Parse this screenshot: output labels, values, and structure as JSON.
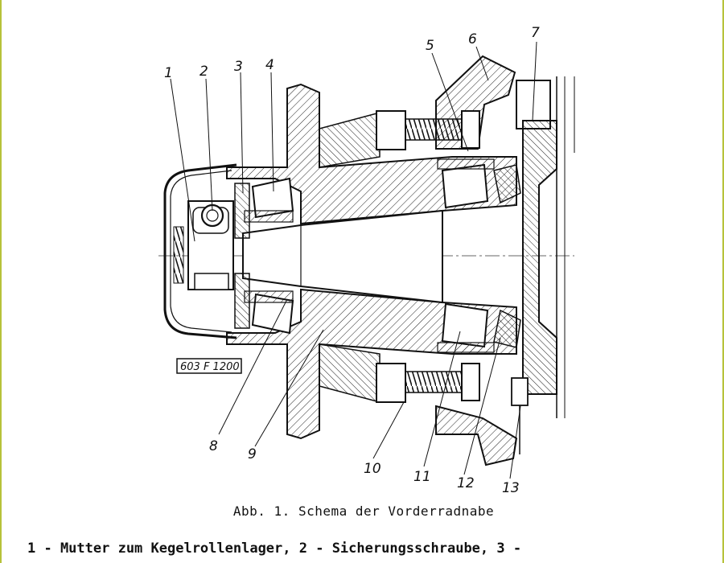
{
  "figure": {
    "drawing_number": "603 F 1200",
    "part_labels": [
      "1",
      "2",
      "3",
      "4",
      "5",
      "6",
      "7",
      "8",
      "9",
      "10",
      "11",
      "12",
      "13"
    ],
    "caption": "Abb. 1.  Schema der Vorderradnabe",
    "legend_line": "1 - Mutter zum Kegelrollenlager, 2 - Sicherungsschraube, 3 -"
  }
}
